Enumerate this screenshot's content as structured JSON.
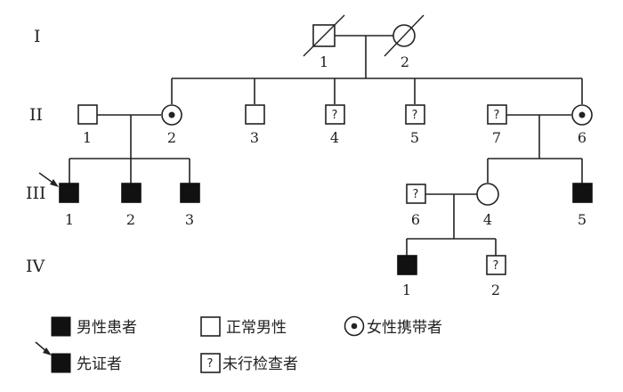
{
  "generations": [
    "I",
    "II",
    "III",
    "IV"
  ],
  "individuals": {
    "I1": "1",
    "I2": "2",
    "II1": "1",
    "II2": "2",
    "II3": "3",
    "II4": "4",
    "II5": "5",
    "II7": "7",
    "II6": "6",
    "III1": "1",
    "III2": "2",
    "III3": "3",
    "III6": "6",
    "III4": "4",
    "III5": "5",
    "IV1": "1",
    "IV2": "2"
  },
  "unknown_mark": "?",
  "legend": {
    "affected_male": "男性患者",
    "normal_male": "正常男性",
    "female_carrier": "女性携带者",
    "proband": "先证者",
    "not_examined": "未行检查者"
  }
}
